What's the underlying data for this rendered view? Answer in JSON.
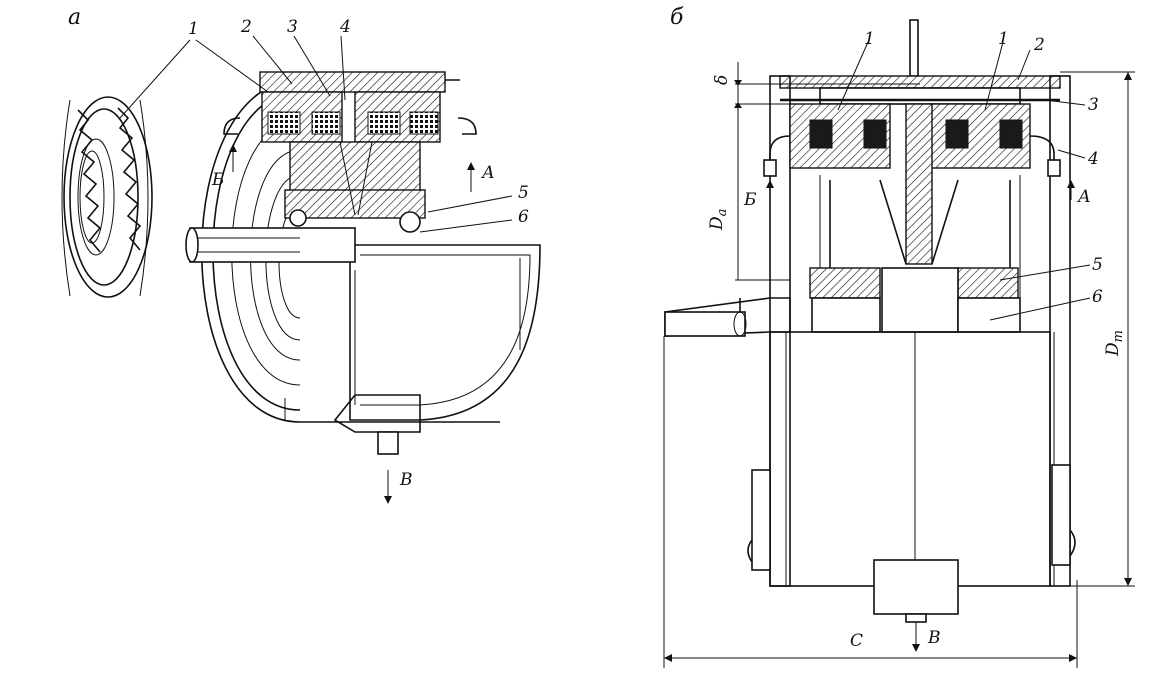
{
  "figure_a": {
    "panel_label": "а",
    "callouts": [
      "1",
      "2",
      "3",
      "4",
      "5",
      "6"
    ],
    "flow_labels": {
      "inlet_a": "А",
      "inlet_b": "Б",
      "outlet": "В"
    }
  },
  "figure_b": {
    "panel_label": "б",
    "callouts": [
      "1",
      "1",
      "2",
      "3",
      "4",
      "5",
      "6"
    ],
    "flow_labels": {
      "inlet_a": "А",
      "inlet_b": "Б",
      "outlet": "В"
    },
    "dimensions": {
      "gap": "δ",
      "drum_diameter": "Dа",
      "drum_d_base": "D",
      "drum_d_sub": "а",
      "total_diameter": "Dт",
      "total_d_base": "D",
      "total_d_sub": "т",
      "width": "С"
    }
  }
}
